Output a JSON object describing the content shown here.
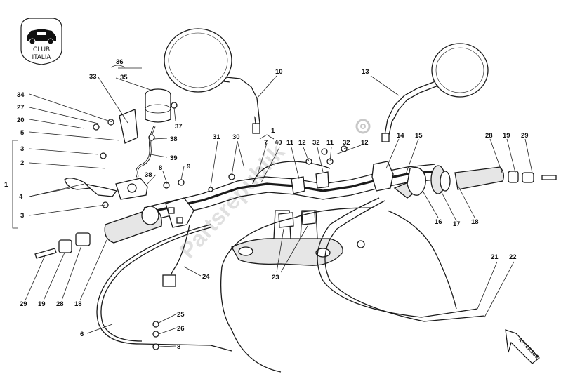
{
  "logo": {
    "line1": "CLUB",
    "line2": "ITALIA"
  },
  "watermark": "Partsrepublik",
  "direction_marker": "AVVERSUS",
  "callouts": [
    {
      "id": "c36",
      "text": "36"
    },
    {
      "id": "c35",
      "text": "35"
    },
    {
      "id": "c33",
      "text": "33"
    },
    {
      "id": "c34",
      "text": "34"
    },
    {
      "id": "c27",
      "text": "27"
    },
    {
      "id": "c20",
      "text": "20"
    },
    {
      "id": "c5",
      "text": "5"
    },
    {
      "id": "c37",
      "text": "37"
    },
    {
      "id": "c38a",
      "text": "38"
    },
    {
      "id": "c39",
      "text": "39"
    },
    {
      "id": "c3a",
      "text": "3"
    },
    {
      "id": "c2",
      "text": "2"
    },
    {
      "id": "c1a",
      "text": "1"
    },
    {
      "id": "c4",
      "text": "4"
    },
    {
      "id": "c3b",
      "text": "3"
    },
    {
      "id": "c38b",
      "text": "38"
    },
    {
      "id": "c8a",
      "text": "8"
    },
    {
      "id": "c9",
      "text": "9"
    },
    {
      "id": "c10",
      "text": "10"
    },
    {
      "id": "c13",
      "text": "13"
    },
    {
      "id": "c31",
      "text": "31"
    },
    {
      "id": "c30",
      "text": "30"
    },
    {
      "id": "c1b",
      "text": "1"
    },
    {
      "id": "c7",
      "text": "7"
    },
    {
      "id": "c40",
      "text": "40"
    },
    {
      "id": "c11a",
      "text": "11"
    },
    {
      "id": "c12a",
      "text": "12"
    },
    {
      "id": "c32a",
      "text": "32"
    },
    {
      "id": "c11b",
      "text": "11"
    },
    {
      "id": "c32b",
      "text": "32"
    },
    {
      "id": "c12b",
      "text": "12"
    },
    {
      "id": "c14",
      "text": "14"
    },
    {
      "id": "c15",
      "text": "15"
    },
    {
      "id": "c28a",
      "text": "28"
    },
    {
      "id": "c19a",
      "text": "19"
    },
    {
      "id": "c29a",
      "text": "29"
    },
    {
      "id": "c16",
      "text": "16"
    },
    {
      "id": "c17",
      "text": "17"
    },
    {
      "id": "c18a",
      "text": "18"
    },
    {
      "id": "c24",
      "text": "24"
    },
    {
      "id": "c23",
      "text": "23"
    },
    {
      "id": "c21",
      "text": "21"
    },
    {
      "id": "c22",
      "text": "22"
    },
    {
      "id": "c29b",
      "text": "29"
    },
    {
      "id": "c19b",
      "text": "19"
    },
    {
      "id": "c28b",
      "text": "28"
    },
    {
      "id": "c18b",
      "text": "18"
    },
    {
      "id": "c6",
      "text": "6"
    },
    {
      "id": "c25",
      "text": "25"
    },
    {
      "id": "c26",
      "text": "26"
    },
    {
      "id": "c8b",
      "text": "8"
    }
  ]
}
